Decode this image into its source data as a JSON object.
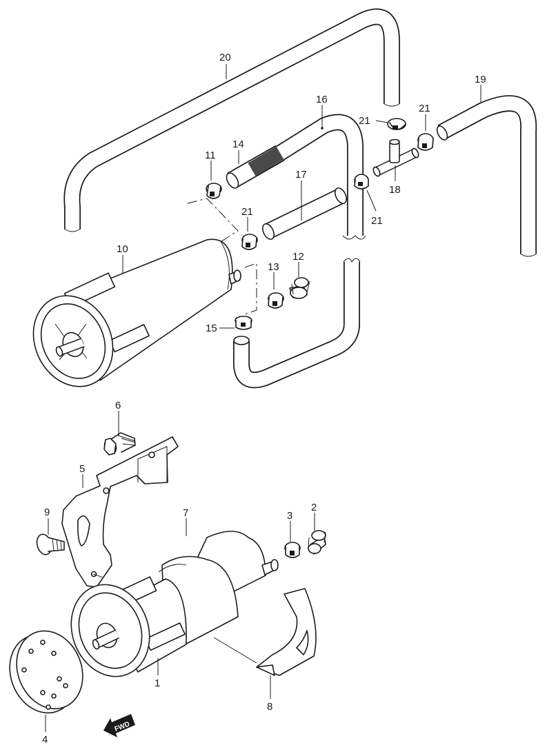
{
  "callouts": {
    "c1": "1",
    "c2": "2",
    "c3": "3",
    "c4": "4",
    "c5": "5",
    "c6": "6",
    "c7": "7",
    "c8": "8",
    "c9": "9",
    "c10": "10",
    "c11": "11",
    "c12": "12",
    "c13": "13",
    "c14": "14",
    "c15": "15",
    "c16": "16",
    "c17": "17",
    "c18": "18",
    "c19": "19",
    "c20": "20",
    "c21a": "21",
    "c21b": "21",
    "c21c": "21",
    "c21d": "21"
  },
  "fwd_label": "FWD",
  "icons": {
    "direction": "fwd-arrow-icon"
  }
}
